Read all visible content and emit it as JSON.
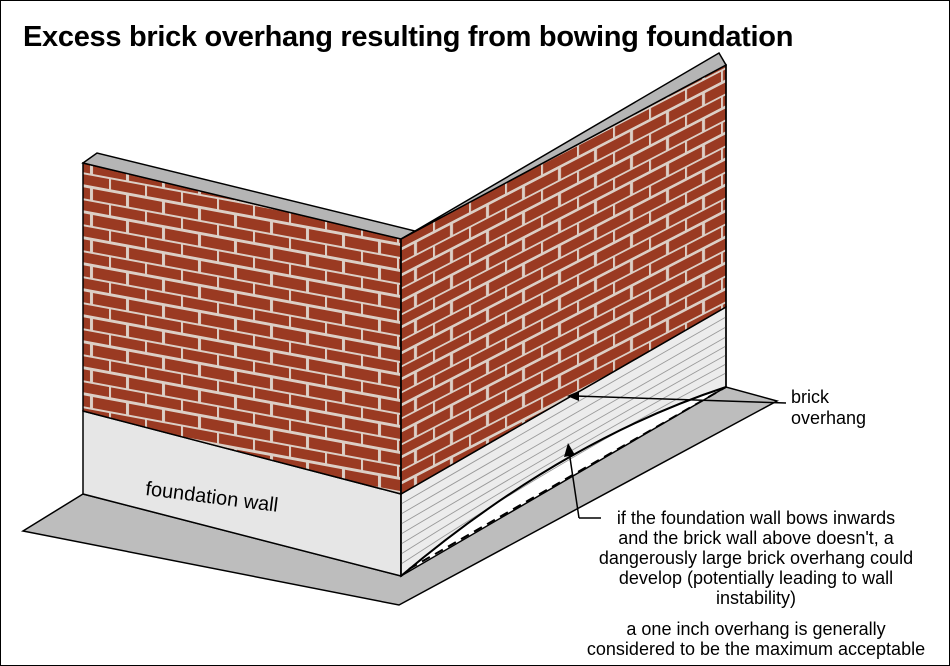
{
  "title": "Excess brick overhang resulting from bowing foundation",
  "labels": {
    "foundation_wall": "foundation wall",
    "brick_overhang": [
      "brick",
      "overhang"
    ],
    "note": [
      "if the foundation wall bows inwards",
      "and the brick wall above doesn't, a",
      "dangerously large brick overhang could",
      "develop (potentially leading to wall",
      "instability)"
    ],
    "acceptable": [
      "a one inch overhang  is generally",
      "considered to be the maximum acceptable"
    ]
  },
  "colors": {
    "brick": "#9a3a22",
    "mortar": "#dccfc6",
    "wall_cap": "#b5b5b5",
    "foundation": "#e6e6e6",
    "ground": "#bdbdbd",
    "outline": "#000000"
  }
}
